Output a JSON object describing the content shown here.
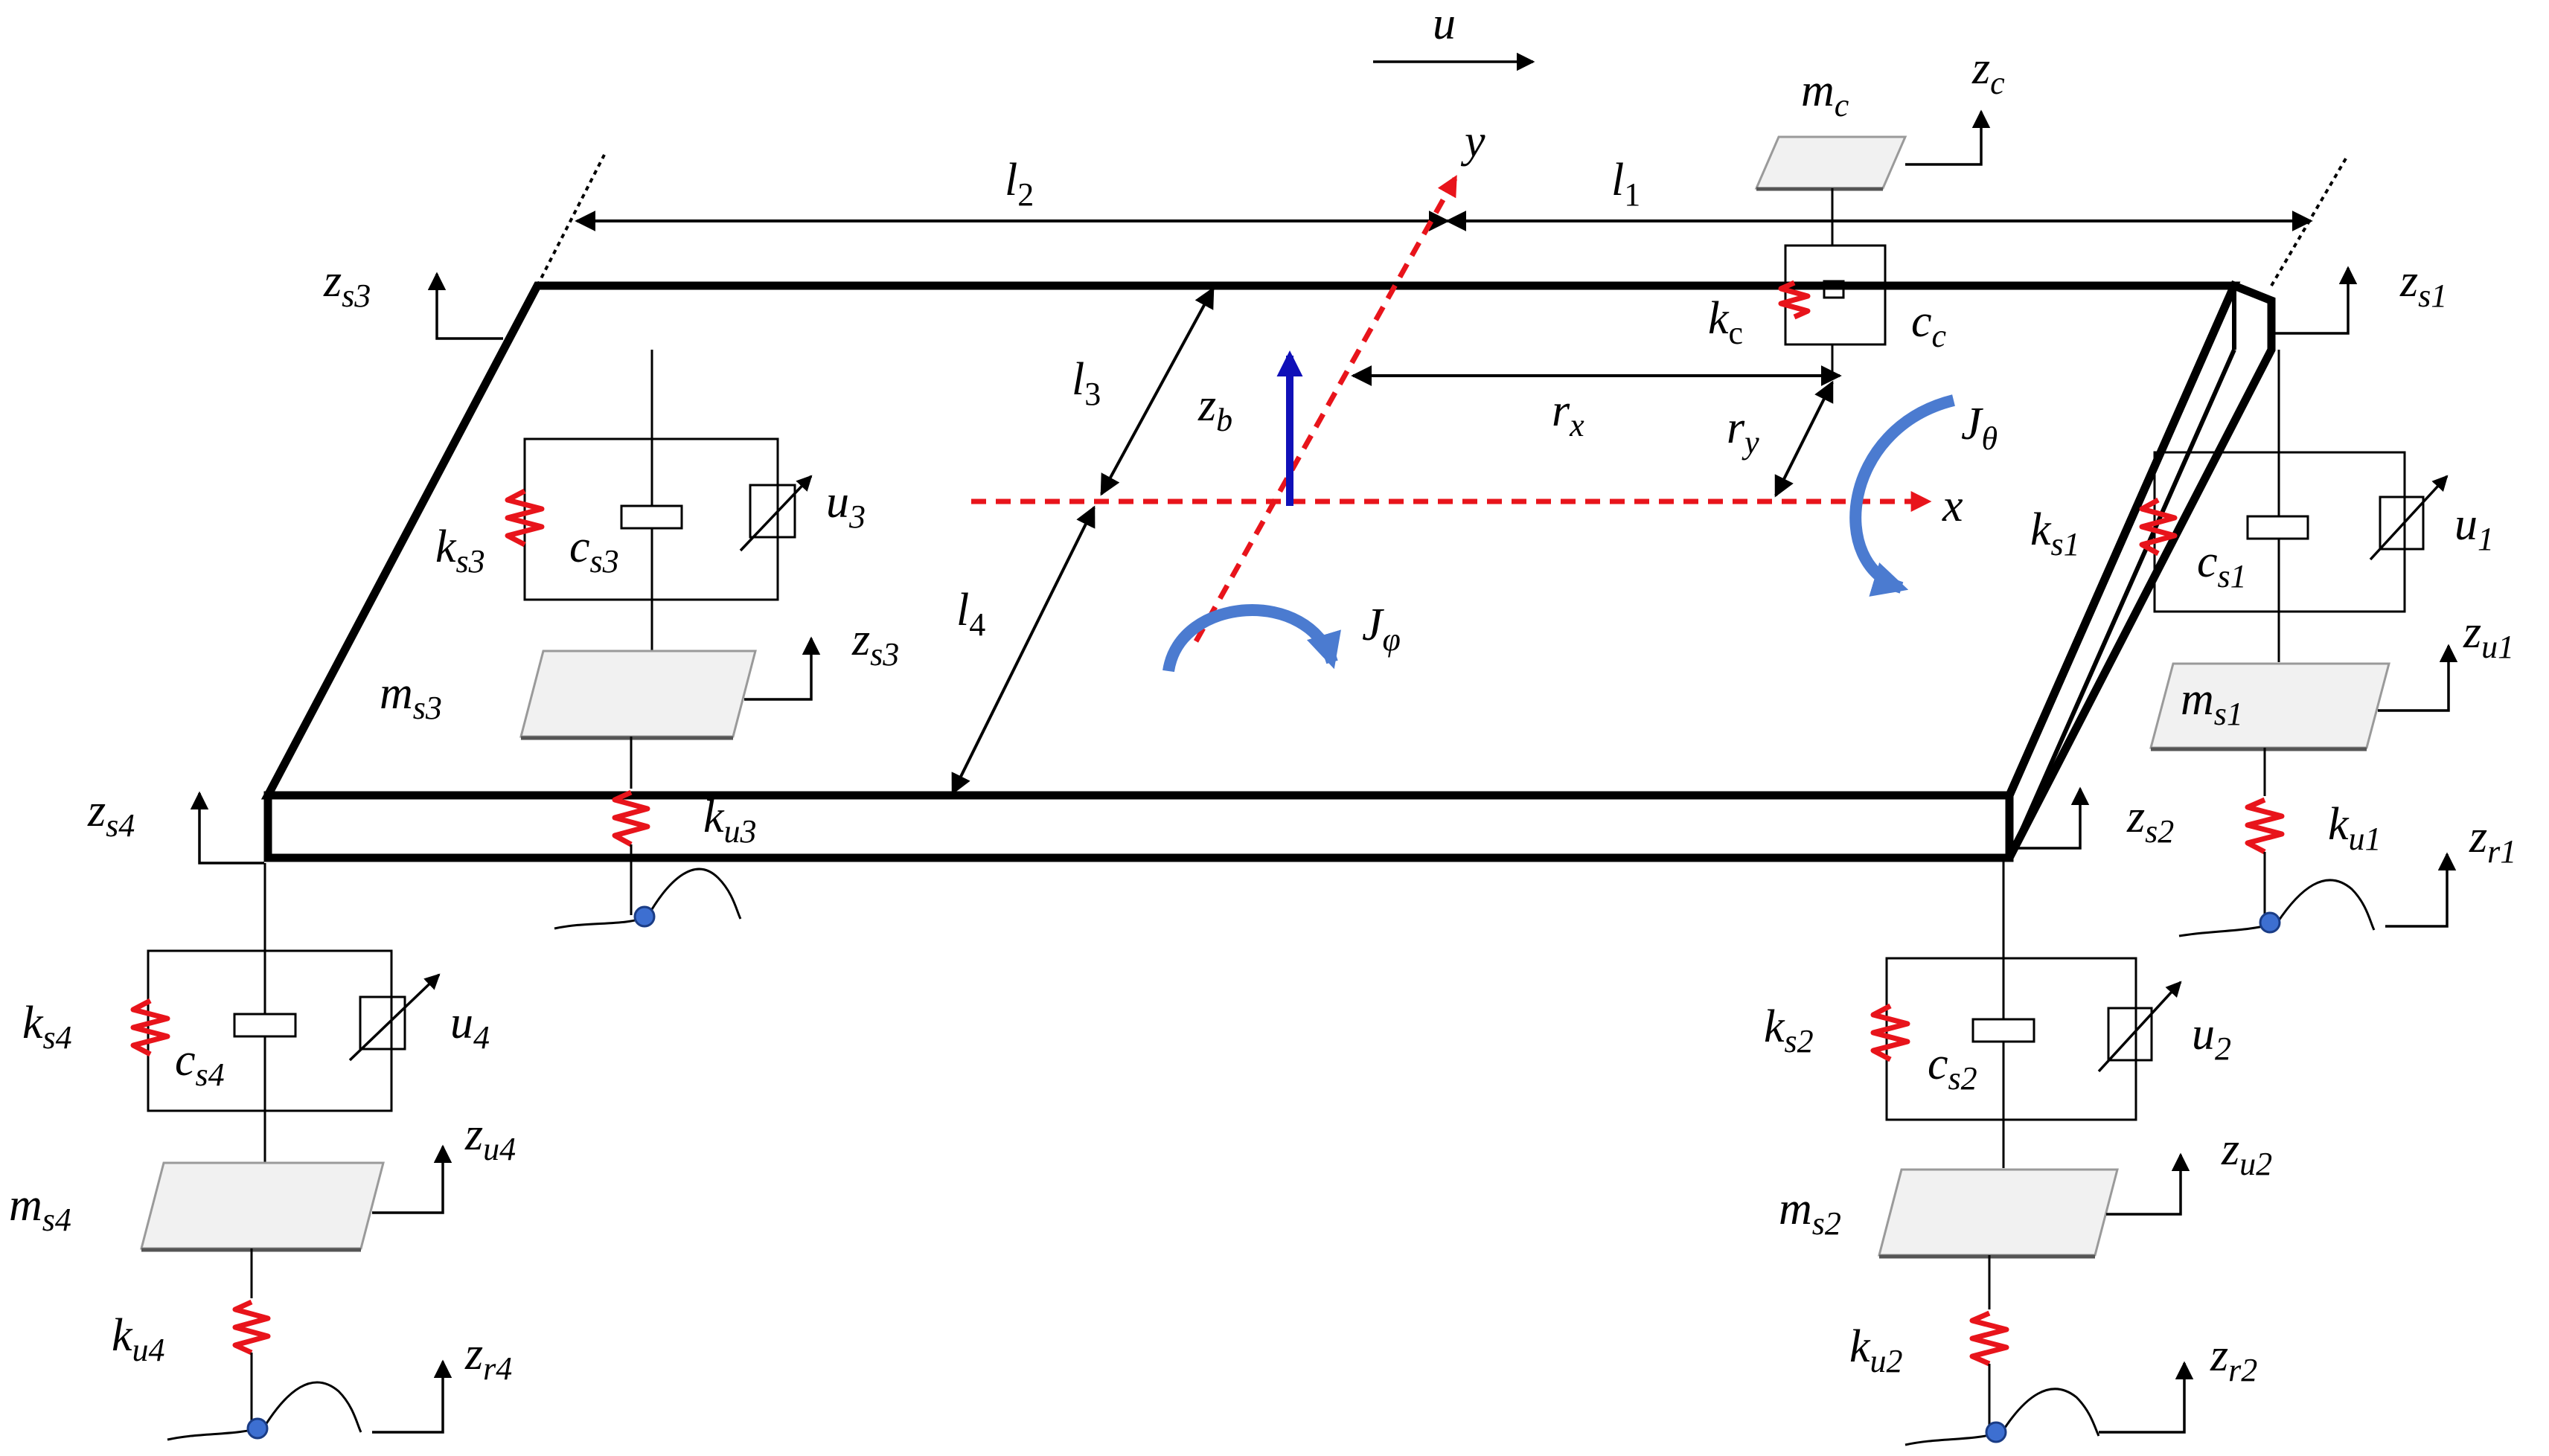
{
  "labels": {
    "u": {
      "base": "u",
      "sub": ""
    },
    "mc": {
      "base": "m",
      "sub": "c"
    },
    "zc": {
      "base": "z",
      "sub": "c"
    },
    "y": {
      "base": "y",
      "sub": ""
    },
    "x": {
      "base": "x",
      "sub": ""
    },
    "l1": {
      "base": "l",
      "sub": "1"
    },
    "l2": {
      "base": "l",
      "sub": "2"
    },
    "l3": {
      "base": "l",
      "sub": "3"
    },
    "l4": {
      "base": "l",
      "sub": "4"
    },
    "kc": {
      "base": "k",
      "sub": "c"
    },
    "cc": {
      "base": "c",
      "sub": "c"
    },
    "zb": {
      "base": "z",
      "sub": "b"
    },
    "rx": {
      "base": "r",
      "sub": "x"
    },
    "ry": {
      "base": "r",
      "sub": "y"
    },
    "Jtheta": {
      "base": "J",
      "sub": "θ"
    },
    "Jphi": {
      "base": "J",
      "sub": "φ"
    },
    "zs1_top": {
      "base": "z",
      "sub": "s1"
    },
    "zs3_top": {
      "base": "z",
      "sub": "s3"
    },
    "ks1": {
      "base": "k",
      "sub": "s1"
    },
    "cs1": {
      "base": "c",
      "sub": "s1"
    },
    "u1": {
      "base": "u",
      "sub": "1"
    },
    "zu1": {
      "base": "z",
      "sub": "u1"
    },
    "ms1": {
      "base": "m",
      "sub": "s1"
    },
    "zs2": {
      "base": "z",
      "sub": "s2"
    },
    "ku1": {
      "base": "k",
      "sub": "u1"
    },
    "zr1": {
      "base": "z",
      "sub": "r1"
    },
    "ks3": {
      "base": "k",
      "sub": "s3"
    },
    "cs3": {
      "base": "c",
      "sub": "s3"
    },
    "u3": {
      "base": "u",
      "sub": "3"
    },
    "zs3_mass": {
      "base": "z",
      "sub": "s3"
    },
    "ms3": {
      "base": "m",
      "sub": "s3"
    },
    "ku3": {
      "base": "k",
      "sub": "u3"
    },
    "zs4": {
      "base": "z",
      "sub": "s4"
    },
    "ks4": {
      "base": "k",
      "sub": "s4"
    },
    "cs4": {
      "base": "c",
      "sub": "s4"
    },
    "u4": {
      "base": "u",
      "sub": "4"
    },
    "zu4": {
      "base": "z",
      "sub": "u4"
    },
    "ms4": {
      "base": "m",
      "sub": "s4"
    },
    "ku4": {
      "base": "k",
      "sub": "u4"
    },
    "zr4": {
      "base": "z",
      "sub": "r4"
    },
    "ks2": {
      "base": "k",
      "sub": "s2"
    },
    "cs2": {
      "base": "c",
      "sub": "s2"
    },
    "u2": {
      "base": "u",
      "sub": "2"
    },
    "zu2": {
      "base": "z",
      "sub": "u2"
    },
    "ms2": {
      "base": "m",
      "sub": "s2"
    },
    "ku2": {
      "base": "k",
      "sub": "u2"
    },
    "zr2": {
      "base": "z",
      "sub": "r2"
    }
  },
  "colors": {
    "axis": "#e8141b",
    "spring": "#e8141b",
    "rotation_arrow": "#4b7bd0",
    "heave_arrow": "#1010b8",
    "wheel": "#3d6fd1",
    "line": "#000000"
  }
}
